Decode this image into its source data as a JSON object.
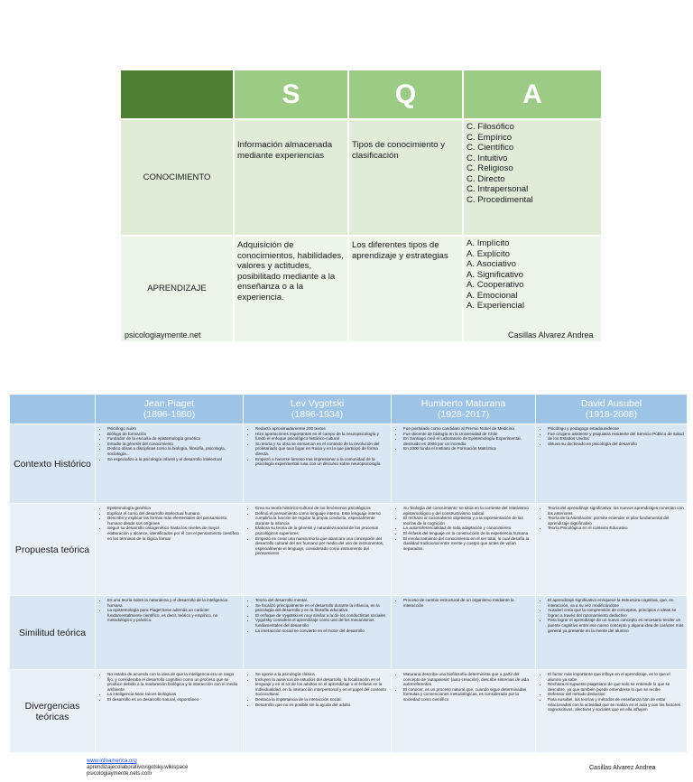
{
  "sqa": {
    "headers": [
      "S",
      "Q",
      "A"
    ],
    "rows": [
      {
        "label": "CONOCIMIENTO",
        "s": "Información almacenada mediante experiencias",
        "q": "Tipos de conocimiento y clasificación",
        "a": [
          "C. Filosófico",
          "C. Empírico",
          "C. Científico",
          "C. Intuitivo",
          "C. Religioso",
          "C. Directo",
          "C. Intrapersonal",
          "C. Procedimental"
        ]
      },
      {
        "label": "APRENDIZAJE",
        "s": "Adquisición de conocimientos, habilidades, valores y actitudes, posibilitado mediante a la enseñanza o a la experiencia.",
        "q": "Los diferentes tipos de aprendizaje y estrategias",
        "a": [
          "A. Implícito",
          "A. Explícito",
          "A. Asociativo",
          "A. Significativo",
          "A. Cooperativo",
          "A. Emocional",
          "A. Experiencial"
        ]
      }
    ],
    "source": "psicologiaymente.net",
    "author": "Casillas Alvarez Andrea"
  },
  "comparison": {
    "authors": [
      {
        "name": "Jean Piaget",
        "years": "(1896-1980)"
      },
      {
        "name": "Lev Vygotski",
        "years": "(1896-1934)"
      },
      {
        "name": "Humberto Maturana",
        "years": "(1928-2017)"
      },
      {
        "name": "David Ausubel",
        "years": "(1918-2008)"
      }
    ],
    "rows": [
      {
        "label": "Contexto Histórico",
        "cells": [
          [
            "Psicólogo suizo",
            "Biólogo de formación",
            "Fundador de la escuela de epistemología genética",
            "Estudio la génesis del conocimiento",
            "Dedico obras a disciplinas como la biología, filosofía, psicología, sociología...",
            "Se especializo a la psicología infantil y el desarrollo intelectual"
          ],
          [
            "Redactó aproximadamente 200 textos",
            "Hizo aportaciones importantes en el campo de la neuropsicología y fundó el enfoque psicológico histórico-cultural",
            "Su teoría y su obra se enmarcan en el contexto de la revolución del proletariado que tuvo lugar en Rusia y en la que participó de forma directa.",
            "Empezó a hacerse famoso tras impresionar a la comunidad de la psicología experimental rusa con un discurso sobre neuropsicología"
          ],
          [
            "Fue postulado como candidato al Premio Nobel de Medicina",
            "Fue docente de biología en la Universidad de Chile",
            "En Santiago creó el Laboratorio de Epistemología Experimental, destruido en 2006 por un incendio",
            "En 2000 funda el Instituto de Formación Matríztica"
          ],
          [
            "Psicólogo y pedagogo estadounidense",
            "Fue cirujano asistente y psiquiatra residente del Servicio Público de Salud de los Estados Unidos",
            "obtuvo su doctorado en psicología del desarrollo"
          ]
        ]
      },
      {
        "label": "Propuesta teórica",
        "cells": [
          [
            "Epistemología genética",
            "Explicar el curso del desarrollo intelectual humano",
            "Describir y explicar las formas más elementales del pensamiento humano desde sus orígenes",
            "Seguir su desarrollo ontogenético hasta los niveles de mayor elaboración y alcance, identificados por él con el pensamiento científico en los términos de la lógica formal"
          ],
          [
            "Crea su teoría histórico-cultural de los fenómenos psicológicos",
            "Definió el pensamiento como lenguaje interno. Este lenguaje interno cumpliría la función de regular la propia conducta, especialmente durante la infancia",
            "Elabora su teoría de la génesis y naturaleza social de los procesos psicológicos superiores",
            "Empezó en crear una nueva teoría que abarcara una concepción del desarrollo cultural del ser humano por medio del uso de instrumentos, especialmente el lenguaje, considerado como instrumento del pensamiento"
          ],
          [
            "Su 'biología del conocimiento' se sitúa en la corriente del relativismo epistemológico y del constructivismo radical",
            "El rechazo al racionalismo objetivista y a la representación de las teorías de la cognición",
            "La autorreferencialidad de toda adaptación y conocimiento",
            "El énfasis del lenguaje en la construcción de la experiencia humana",
            "El involucramiento del conocimiento en el ser total, lo cual desafía la dualidad tradicional entre mente y cuerpo que antes de veían separados."
          ],
          [
            "Teoría del aprendizaje significativo: los nuevos aprendizajes conectan con los anteriores",
            "Teoría de la Asimilación: permite entender el pilar fundamental del aprendizaje significativo",
            "Teoría Psicológica en el contexto Educativo"
          ]
        ]
      },
      {
        "label": "Similitud teórica",
        "cells": [
          [
            "Es una teoría sobre la naturaleza y el desarrollo de la inteligencia humana",
            "La epistemología para Piaget tiene además un carácter fundamentalmente científico, es decir, teórico y empírico, no metodológico y práctico."
          ],
          [
            "Teoría del desarrollo mental.",
            "Se focalizó principalmente en el desarrollo durante la infancia, en la psicología del desarrollo y en la filosofía educativa",
            "El enfoque de Vygotski es muy similar a la de los conductistas sociales",
            "Vygotsky considera el aprendizaje como uno de los mecanismos fundamentales del desarrollo",
            "La interacción social se convierte en el motor del desarrollo"
          ],
          [
            "Proceso de cambio estructural de un organismo mediante la interacción"
          ],
          [
            "El aprendizaje significativo enriquece la estructura cognitiva, que, en interacción, va a su vez modificándose",
            "Ausubel creía que la comprensión de conceptos, principios e ideas se logran a través del razonamiento deductivo",
            "Para lograr el aprendizaje de un nuevo concepto es necesario tender un puente cognitivo entre ese nuevo concepto y alguna idea de carácter más general ya presente en la mente del alumno"
          ]
        ]
      },
      {
        "label": "Divergencias teóricas",
        "cells": [
          [
            "No estaba de acuerdo con la idea de que la inteligencia era un rasgo fijo, y consideraba el desarrollo cognitivo como un proceso que se produce debido a la maduración biológica y la interacción con el medio ambiente",
            "La inteligencia tiene raíces biológicas",
            "El desarrollo es un desarrollo natural, espontáneo"
          ],
          [
            "Se opone a la psicología clásica",
            "Incluyen la ausencia de estudios del desarrollo, la focalización en el lenguaje y en el rol de los adultos en el aprendizaje o el énfasis en la individualidad, en la interacción interpersonal y en el papel del contexto sociocultural.",
            "Destaca la importancia de la interacción social.",
            "Desarrollo que no es posible sin la ayuda del adulto."
          ],
          [
            "Maturana describe una biofilosofía determinista que a partir del concepto de 'autopoiesis' (auto-creación), describe sistemas de vida autorreferentes",
            "El conocer, es un proceso natural que, cuando sigue determinadas fórmulas y convenciones metodológicas, es considerado por la sociedad como científico"
          ],
          [
            "El factor más importante que influye en el aprendizaje, es lo que el alumno ya sabe",
            "Rechaza el supuesto piagetiano de que solo se entiende lo que se descubre, ya que también puede entenderse lo que se recibe",
            "Defensor del método deductivo",
            "Para Ausubel, las teorías y métodos de enseñanza han de estar relacionados con la actividad que se realiza en el aula y con los factores cognoscitivos, afectivos y sociales que en ella influyen"
          ]
        ]
      }
    ],
    "sources": [
      "www.infoamerica.org",
      "aprendizajecolaborativovigotsky.wikispace",
      "psicologiaymente.nets.com"
    ],
    "author": "Casillas Alvarez Andrea"
  }
}
